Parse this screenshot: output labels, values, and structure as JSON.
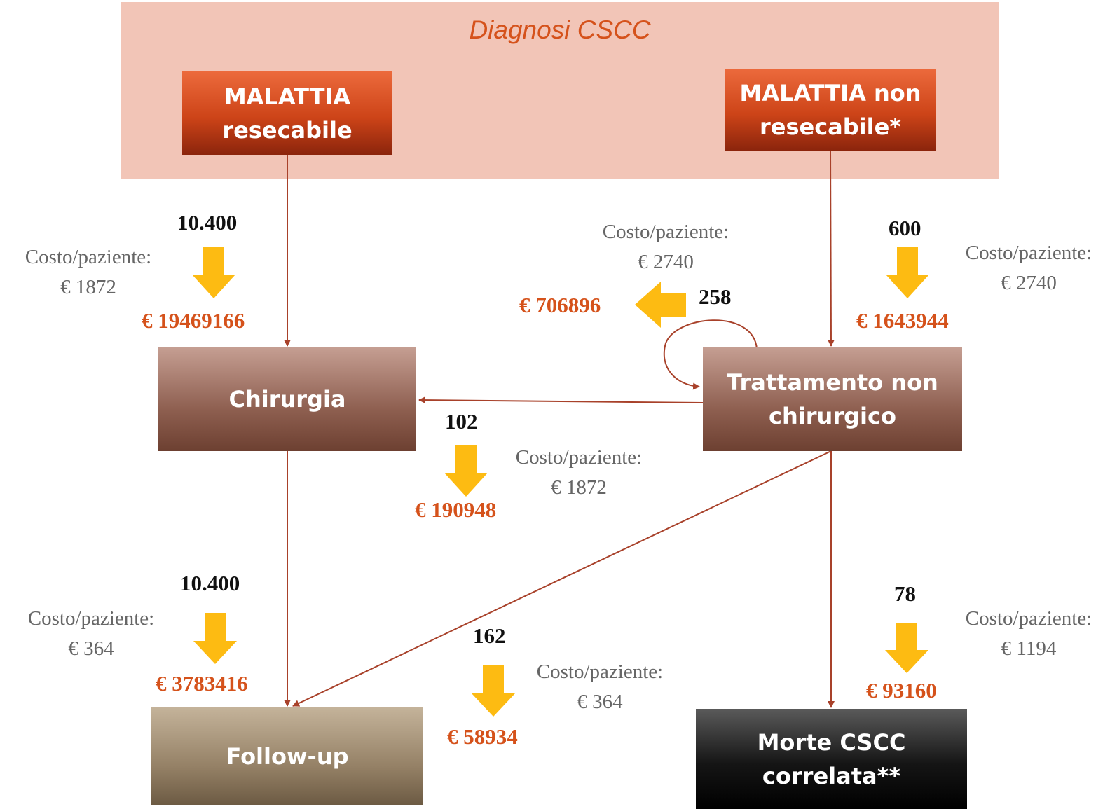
{
  "header": {
    "title": "Diagnosi CSCC"
  },
  "nodes": {
    "resecabile": "MALATTIA\nresecabile",
    "non_resecabile": "MALATTIA non\nresecabile*",
    "chirurgia": "Chirurgia",
    "trattamento": "Trattamento non\nchirurgico",
    "follow_up": "Follow-up",
    "morte": "Morte CSCC\ncorrelata**"
  },
  "flows": {
    "resecabile_to_chirurgia": {
      "count": "10.400",
      "cost_label": "Costo/paziente:",
      "cost_value": "€ 1872",
      "total": "€ 19469166"
    },
    "non_resecabile_to_trattamento": {
      "count": "600",
      "cost_label": "Costo/paziente:",
      "cost_value": "€ 2740",
      "total": "€ 1643944"
    },
    "trattamento_loop": {
      "count": "258",
      "cost_label": "Costo/paziente:",
      "cost_value": "€ 2740",
      "total": "€ 706896"
    },
    "trattamento_to_chirurgia": {
      "count": "102",
      "cost_label": "Costo/paziente:",
      "cost_value": "€ 1872",
      "total": "€ 190948"
    },
    "chirurgia_to_follow_up": {
      "count": "10.400",
      "cost_label": "Costo/paziente:",
      "cost_value": "€ 364",
      "total": "€ 3783416"
    },
    "trattamento_to_follow_up": {
      "count": "162",
      "cost_label": "Costo/paziente:",
      "cost_value": "€ 364",
      "total": "€ 58934"
    },
    "trattamento_to_morte": {
      "count": "78",
      "cost_label": "Costo/paziente:",
      "cost_value": "€ 1194",
      "total": "€ 93160"
    }
  },
  "colors": {
    "band": "#f2c5b7",
    "title": "#d5521b",
    "connector": "#a8412a",
    "flow_arrow": "#fdbb12",
    "total_text": "#d5521b",
    "cost_text": "#666666"
  },
  "icons": {
    "flow_arrow": "thick-down-arrow-icon",
    "loop_arrow": "thick-left-arrow-icon"
  }
}
